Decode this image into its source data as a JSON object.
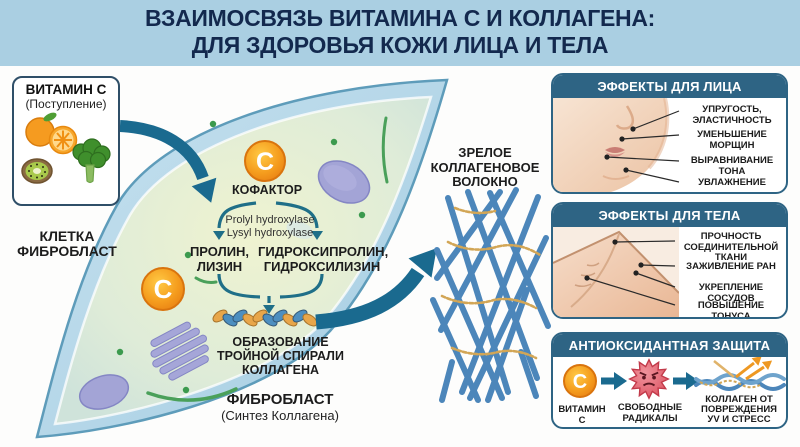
{
  "title": {
    "line1": "ВЗАИМОСВЯЗЬ ВИТАМИНА С И КОЛЛАГЕНА:",
    "line2": "ДЛЯ ЗДОРОВЬЯ КОЖИ ЛИЦА И ТЕЛА"
  },
  "intake_box": {
    "title": "ВИТАМИН С",
    "subtitle": "(Поступление)"
  },
  "cell_label": "КЛЕТКА\nФИБРОБЛАСТ",
  "cofactor": {
    "symbol": "C",
    "label": "КОФАКТОР"
  },
  "enzymes": "Prolyl hydroxylase\nLysyl hydroxylase",
  "substrates": {
    "left": "ПРОЛИН,\nЛИЗИН",
    "right": "ГИДРОКСИПРОЛИН,\nГИДРОКСИЛИЗИН"
  },
  "helix_label": "ОБРАЗОВАНИЕ\nТРОЙНОЙ СПИРАЛИ\nКОЛЛАГЕНА",
  "fibroblast": {
    "title": "ФИБРОБЛАСТ",
    "subtitle": "(Синтез Коллагена)"
  },
  "mature_fiber_label": "ЗРЕЛОЕ\nКОЛЛАГЕНОВОЕ\nВОЛОКНО",
  "panels": {
    "face": {
      "header": "ЭФФЕКТЫ ДЛЯ ЛИЦА",
      "labels": [
        "УПРУГОСТЬ,\nЭЛАСТИЧНОСТЬ",
        "УМЕНЬШЕНИЕ\nМОРЩИН",
        "ВЫРАВНИВАНИЕ\nТОНА",
        "УВЛАЖНЕНИЕ"
      ]
    },
    "body": {
      "header": "ЭФФЕКТЫ ДЛЯ ТЕЛА",
      "labels": [
        "ПРОЧНОСТЬ\nСОЕДИНИТЕЛЬНОЙ\nТКАНИ",
        "ЗАЖИВЛЕНИЕ РАН",
        "УКРЕПЛЕНИЕ СОСУДОВ",
        "ПОВЫШЕНИЕ ТОНУСА"
      ]
    },
    "antioxidant": {
      "header": "АНТИОКСИДАНТНАЯ ЗАЩИТА",
      "items": [
        {
          "symbol": "C",
          "label": "ВИТАМИН С"
        },
        {
          "label": "СВОБОДНЫЕ\nРАДИКАЛЫ"
        },
        {
          "label": "КОЛЛАГЕН ОТ\nПОВРЕЖДЕНИЯ\nУV И СТРЕСС"
        }
      ]
    }
  },
  "icon_names": [
    "orange-icon",
    "kiwi-icon",
    "broccoli-icon",
    "vitamin-c-badge",
    "free-radical-icon",
    "arrow-right-icon",
    "uv-protected-collagen-icon",
    "collagen-fiber-mesh"
  ],
  "colors": {
    "title_band": "#aacfe2",
    "title_text": "#13294e",
    "panel_header": "#2e6484",
    "teal_arrow": "#1a6a8f",
    "vitamin_orange": "#f59d1e",
    "cell_membrane": "#aed3e6",
    "cytoplasm": "#e4edd6",
    "fiber_blue": "#4c86ba",
    "chain_gold": "#d2a656",
    "radical_red": "#dd5261"
  }
}
